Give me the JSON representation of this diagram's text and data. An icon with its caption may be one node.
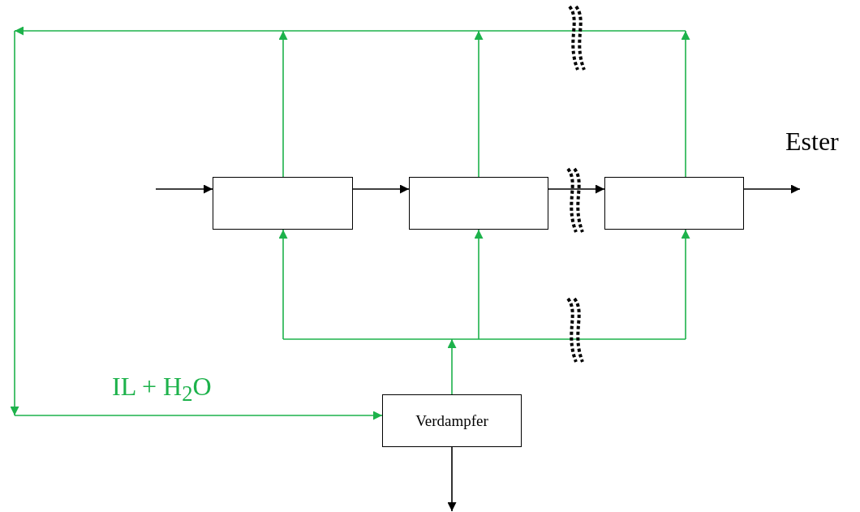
{
  "diagram": {
    "nodes": [
      {
        "text": [],
        "shape": "box"
      },
      {
        "text": [],
        "shape": "box"
      },
      {
        "text": [],
        "shape": "box"
      },
      {
        "text": [
          "Verdampfer"
        ]
      }
    ],
    "edges": [
      {
        "from": null,
        "to": 0,
        "arrow": "to",
        "color": "#000000"
      },
      {
        "from": 0,
        "to": 1,
        "arrow": "to",
        "color": "#000000"
      },
      {
        "from": 1,
        "to": 2,
        "arrow": "to",
        "color": "#000000"
      },
      {
        "from": 2,
        "to": null,
        "arrow": "to",
        "color": "#000000",
        "label": "Ester"
      },
      {
        "from": 0,
        "to": 3,
        "arrow": "to"
      },
      {
        "from": 1,
        "to": 3,
        "arrow": "to"
      },
      {
        "from": 2,
        "to": 3,
        "arrow": "to"
      },
      {
        "from": 3,
        "to": 0,
        "arrow": "to"
      },
      {
        "from": 3,
        "to": 1,
        "arrow": "to"
      },
      {
        "from": 3,
        "to": 2,
        "arrow": "to"
      },
      {
        "from": 3,
        "to": null,
        "arrow": "to",
        "color": "#000000"
      }
    ],
    "labels": [
      "IL + H$_{2}$O"
    ]
  }
}
